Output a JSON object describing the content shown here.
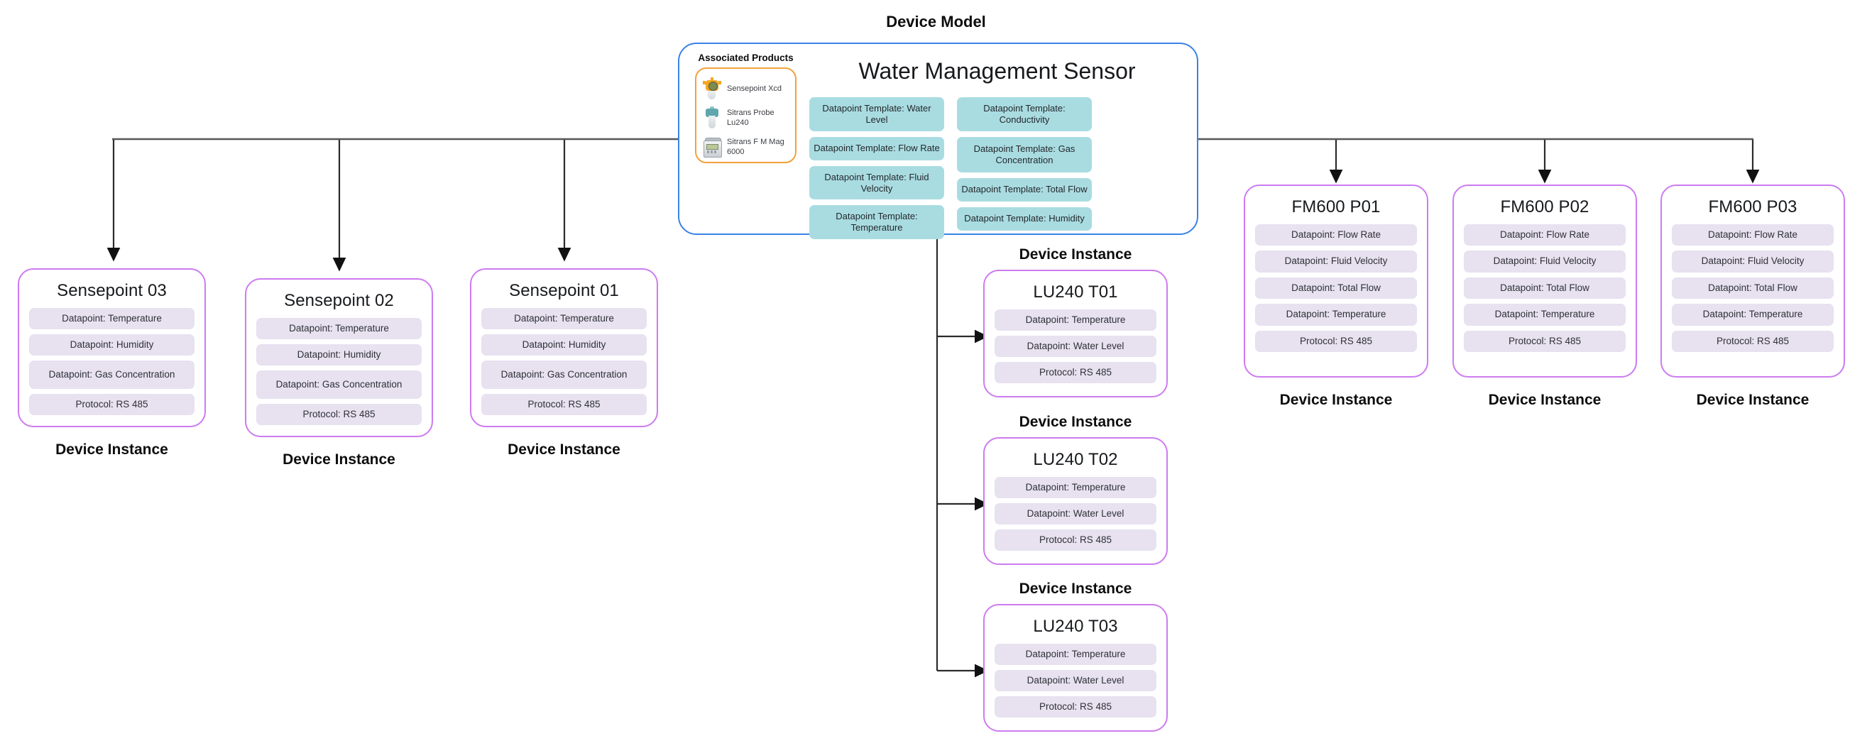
{
  "diagram": {
    "model_label": "Device Model",
    "instance_label": "Device Instance"
  },
  "device_model": {
    "title": "Device Model",
    "name": "Water Management Sensor",
    "associated_products": {
      "heading": "Associated Products",
      "items": [
        {
          "name": "Sensepoint Xcd",
          "icon": "gas-detector-icon"
        },
        {
          "name": "Sitrans Probe Lu240",
          "icon": "level-probe-icon"
        },
        {
          "name": "Sitrans F M Mag 6000",
          "icon": "flow-meter-icon"
        }
      ]
    },
    "datapoint_templates_left": [
      "Datapoint Template: Water Level",
      "Datapoint Template: Flow Rate",
      "Datapoint Template: Fluid Velocity",
      "Datapoint Template: Temperature"
    ],
    "datapoint_templates_right": [
      "Datapoint Template: Conductivity",
      "Datapoint Template: Gas Concentration",
      "Datapoint Template: Total Flow",
      "Datapoint Template: Humidity"
    ]
  },
  "instances": [
    {
      "id": "sensepoint-03",
      "title": "Sensepoint 03",
      "label": "Device Instance",
      "rows": [
        "Datapoint: Temperature",
        "Datapoint: Humidity",
        "Datapoint: Gas Concentration",
        "Protocol: RS 485"
      ]
    },
    {
      "id": "sensepoint-02",
      "title": "Sensepoint 02",
      "label": "Device Instance",
      "rows": [
        "Datapoint: Temperature",
        "Datapoint: Humidity",
        "Datapoint: Gas Concentration",
        "Protocol: RS 485"
      ]
    },
    {
      "id": "sensepoint-01",
      "title": "Sensepoint 01",
      "label": "Device Instance",
      "rows": [
        "Datapoint: Temperature",
        "Datapoint: Humidity",
        "Datapoint: Gas Concentration",
        "Protocol: RS 485"
      ]
    },
    {
      "id": "lu240-t01",
      "title": "LU240 T01",
      "label": "Device Instance",
      "rows": [
        "Datapoint: Temperature",
        "Datapoint: Water Level",
        "Protocol: RS 485"
      ]
    },
    {
      "id": "lu240-t02",
      "title": "LU240 T02",
      "label": "Device Instance",
      "rows": [
        "Datapoint: Temperature",
        "Datapoint: Water Level",
        "Protocol: RS 485"
      ]
    },
    {
      "id": "lu240-t03",
      "title": "LU240 T03",
      "label": "Device Instance",
      "rows": [
        "Datapoint: Temperature",
        "Datapoint: Water Level",
        "Protocol: RS 485"
      ]
    },
    {
      "id": "fm600-p01",
      "title": "FM600 P01",
      "label": "Device Instance",
      "rows": [
        "Datapoint: Flow Rate",
        "Datapoint: Fluid Velocity",
        "Datapoint: Total Flow",
        "Datapoint: Temperature",
        "Protocol: RS 485"
      ]
    },
    {
      "id": "fm600-p02",
      "title": "FM600 P02",
      "label": "Device Instance",
      "rows": [
        "Datapoint: Flow Rate",
        "Datapoint: Fluid Velocity",
        "Datapoint: Total Flow",
        "Datapoint: Temperature",
        "Protocol: RS 485"
      ]
    },
    {
      "id": "fm600-p03",
      "title": "FM600 P03",
      "label": "Device Instance",
      "rows": [
        "Datapoint: Flow Rate",
        "Datapoint: Fluid Velocity",
        "Datapoint: Total Flow",
        "Datapoint: Temperature",
        "Protocol: RS 485"
      ]
    }
  ],
  "colors": {
    "model_border": "#3b82e8",
    "instance_border": "#cd7bf0",
    "template_chip": "#a9dce1",
    "datapoint_chip": "#e7e1f0",
    "products_border": "#f0a13c",
    "connector": "#3f3f3f"
  }
}
